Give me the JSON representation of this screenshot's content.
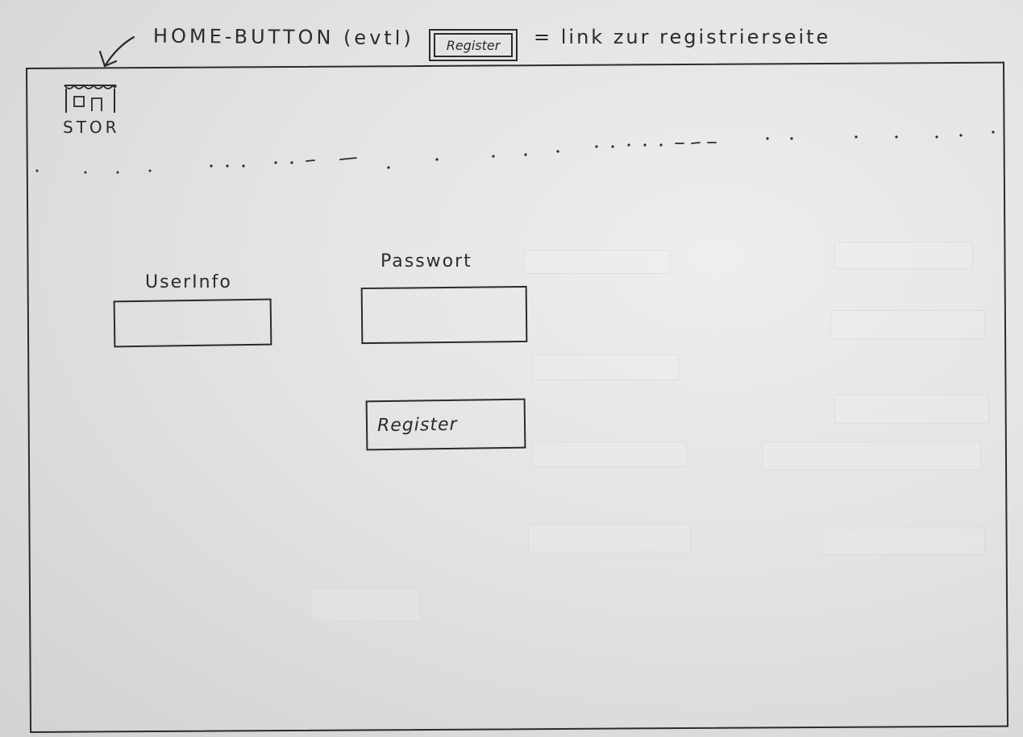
{
  "annotations": {
    "home_note": "HOME-BUTTON (evtl)",
    "register_sample": "Register",
    "register_note": "= link zur registrierseite"
  },
  "header": {
    "logo_label": "STOR"
  },
  "form": {
    "userinfo_label": "UserInfo",
    "userinfo_value": "",
    "passwort_label": "Passwort",
    "passwort_value": "",
    "register_button_label": "Register"
  },
  "colors": {
    "ink": "#2b2b2b",
    "paper": "#e4e3e2"
  },
  "icons": {
    "logo": "storefront-icon",
    "arrow": "arrow-down-left-icon"
  }
}
